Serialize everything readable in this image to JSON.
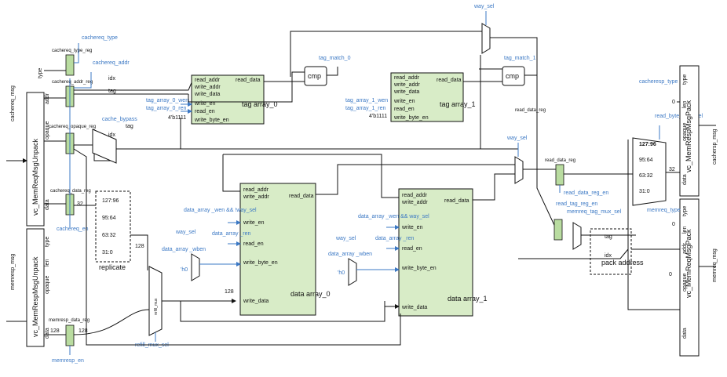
{
  "unpack_req": {
    "name": "vc_MemReqMsgUnpack",
    "input": "cachereq_msg",
    "fields": [
      "type",
      "addr",
      "opaque",
      "data"
    ]
  },
  "unpack_resp": {
    "name": "vc_MemRespMsgUnpack",
    "input": "memresp_msg",
    "fields": [
      "type",
      "len",
      "opaque",
      "data"
    ]
  },
  "pack_resp": {
    "name": "vc_MemRespMsgPack",
    "output": "cachersp_msg",
    "fields": [
      "type",
      "len",
      "opaque",
      "data"
    ]
  },
  "pack_req": {
    "name": "vc_MemReqMsgPack",
    "output": "memreq_msg",
    "fields": [
      "type",
      "len",
      "addr",
      "opaque",
      "data"
    ]
  },
  "regs": {
    "type": "cachereq_type_reg",
    "addr": "cachereq_addr_reg",
    "opaque": "cachereq_opaque_reg",
    "data": "cachereq_data_reg",
    "memresp": "memresp_data_reg",
    "read_data": "read_data_reg",
    "memreq_tag": "memreq_tag_mux_sel",
    "read_data2": "read_data_reg"
  },
  "signals": {
    "cachereq_type": "cachereq_type",
    "cachereq_addr": "cachereq_addr",
    "cache_bypass": "cache_bypass",
    "cachereq_en": "cachereq_en",
    "memresp_en": "memresp_en",
    "tag_match_0": "tag_match_0",
    "tag_match_1": "tag_match_1",
    "way_sel": "way_sel",
    "cacheresp_type": "cacheresp_type",
    "read_byte_mux_sel": "read_byte_mux_sel",
    "read_data_reg_en": "read_data_reg_en",
    "read_tag_reg_en": "read_tag_reg_en",
    "memreq_type": "memreq_type",
    "refill_mux_sel": "refill_mux_sel",
    "refill_mux": "refill_mux",
    "tag_array_0_wen": "tag_array_0_wen",
    "tag_array_0_ren": "tag_array_0_ren",
    "tag_array_1_wen": "tag_array_1_wen",
    "tag_array_1_ren": "tag_array_1_ren",
    "data_array_wen_0": "data_array _wen && !way_sel",
    "data_array_ren": "data_array _ren",
    "data_array_wben": "data_array _wben",
    "data_array_wen_1": "data_array _wen && way_sel",
    "h0": "'h0",
    "byte_en_const": "4'b1111",
    "idx": "idx",
    "tag": "tag",
    "w128": "128",
    "w32": "32",
    "zero": "0"
  },
  "tag_array_0": {
    "ports": [
      "read_addr",
      "write_addr",
      "write_data",
      "write_en",
      "read_en",
      "write_byte_en"
    ],
    "out": "read_data",
    "title": "tag array_0"
  },
  "tag_array_1": {
    "ports": [
      "read_addr",
      "write_addr",
      "write_data",
      "write_en",
      "read_en",
      "write_byte_en"
    ],
    "out": "read_data",
    "title": "tag array_1"
  },
  "data_array_0": {
    "ports": [
      "read_addr",
      "write_addr",
      "write_en",
      "read_en",
      "write_byte_en",
      "write_data"
    ],
    "out": "read_data",
    "title": "data array_0"
  },
  "data_array_1": {
    "ports": [
      "read_addr",
      "write_addr",
      "write_en",
      "read_en",
      "write_byte_en",
      "write_data"
    ],
    "out": "read_data",
    "title": "data array_1"
  },
  "cmp": "cmp",
  "replicate": {
    "label": "replicate",
    "slices": [
      "127:96",
      "95:64",
      "63:32",
      "31:0"
    ]
  },
  "read_mux": {
    "slices": [
      "127:96",
      "95:64",
      "63:32",
      "31:0"
    ]
  },
  "pack_address": "pack address"
}
